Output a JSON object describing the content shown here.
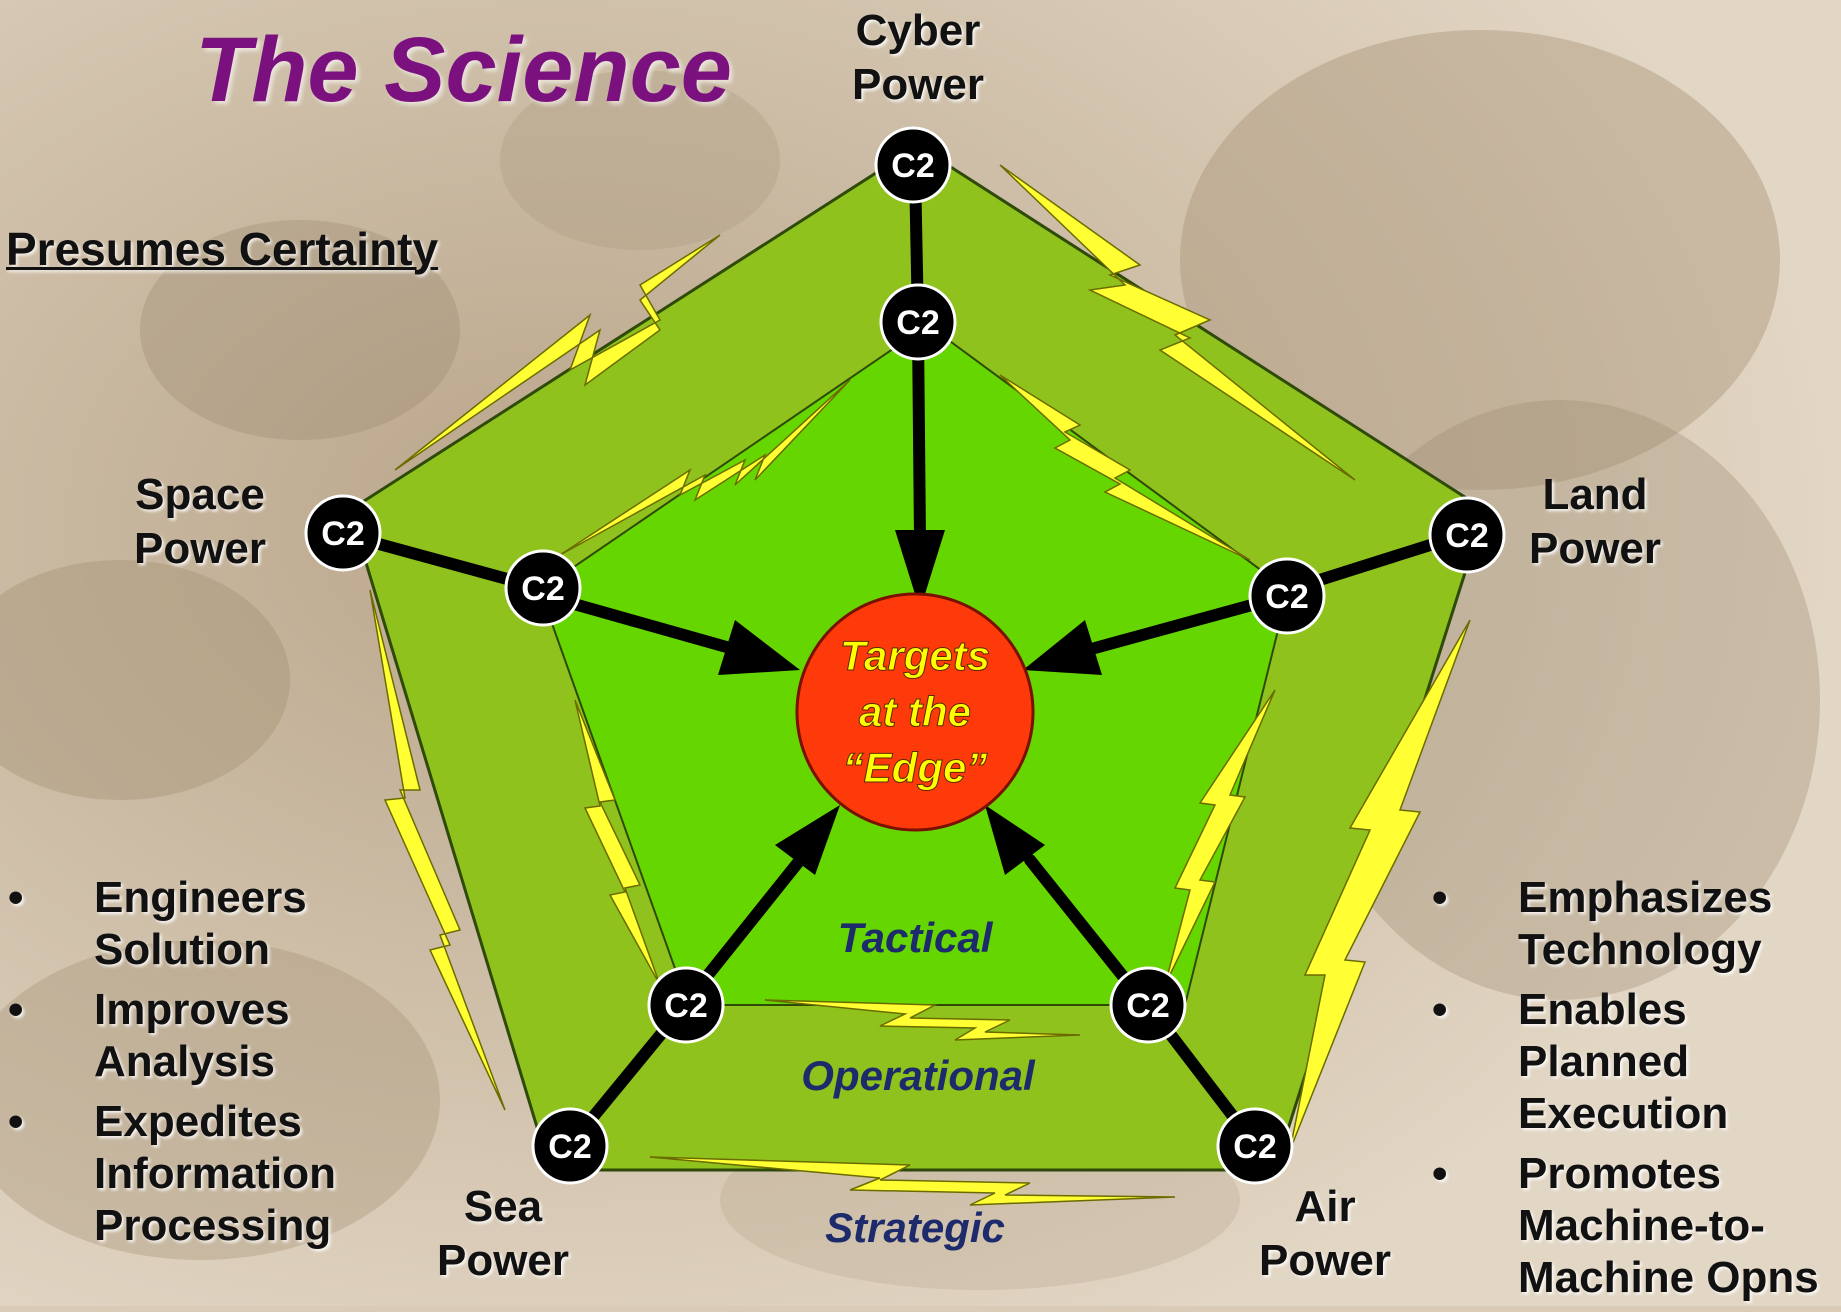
{
  "title": "The Science",
  "subtitle": "Presumes Certainty",
  "node_label": "C2",
  "center": {
    "lines": [
      "Targets",
      "at the",
      "“Edge”"
    ]
  },
  "powers": {
    "cyber": [
      "Cyber",
      "Power"
    ],
    "land": [
      "Land",
      "Power"
    ],
    "space": [
      "Space",
      "Power"
    ],
    "sea": [
      "Sea",
      "Power"
    ],
    "air": [
      "Air",
      "Power"
    ]
  },
  "levels": {
    "tactical": "Tactical",
    "operational": "Operational",
    "strategic": "Strategic"
  },
  "left_bullets": [
    "Engineers Solution",
    "Improves Analysis",
    "Expedites Information Processing"
  ],
  "right_bullets": [
    "Emphasizes Technology",
    "Enables Planned Execution",
    "Promotes Machine-to-Machine Opns"
  ],
  "colors": {
    "title": "#7a117f",
    "outer_pentagon": "#8fc21c",
    "inner_pentagon": "#66d600",
    "target_fill": "#ff3a0a",
    "target_text": "#ffff00",
    "level_text": "#1d2a6b",
    "node_fill": "#000000",
    "lightning": "#ffff33"
  }
}
